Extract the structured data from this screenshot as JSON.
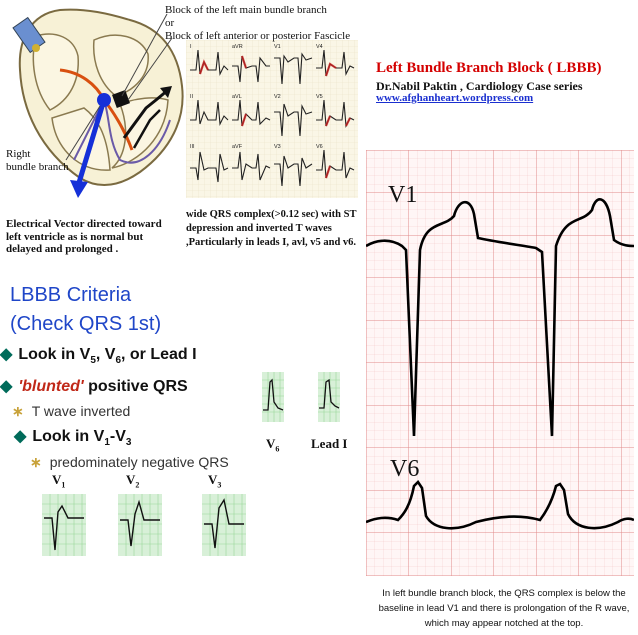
{
  "block_note": {
    "line1": "Block of the left main bundle branch",
    "line2": "or",
    "line3": "Block of  left anterior or posterior Fascicle"
  },
  "title": "Left Bundle Branch Block ( LBBB)",
  "author": "Dr.Nabil Paktin , Cardiology Case series",
  "website": "www.afghanheart.wordpress.com",
  "heart_labels": {
    "right_bundle_line1": "Right",
    "right_bundle_line2": "bundle branch"
  },
  "vector_note": "Electrical Vector directed toward left ventricle as is normal but delayed and prolonged .",
  "wide_qrs_note": "wide QRS complex(>0.12 sec) with ST depression and inverted T waves ,Particularly in leads I, avl, v5 and v6.",
  "ecg12_labels": [
    "I",
    "aVR",
    "V1",
    "V4",
    "II",
    "aVL",
    "V2",
    "V5",
    "III",
    "aVF",
    "V3",
    "V6"
  ],
  "criteria": {
    "title_line1": "LBBB Criteria",
    "title_line2": "(Check QRS 1st)",
    "item1_prefix": "Look in V",
    "item1_sub1": "5",
    "item1_mid": ", V",
    "item1_sub2": "6",
    "item1_suffix": ", or Lead I",
    "item2_red": "'blunted'",
    "item2_rest": " positive QRS",
    "item3": "T wave inverted",
    "item4_prefix": "Look in V",
    "item4_sub1": "1",
    "item4_mid": "-V",
    "item4_sub2": "3",
    "item5": "predominately negative QRS"
  },
  "small_leads": {
    "v6": "V",
    "v6_sub": "6",
    "lead1": "Lead I",
    "v1": "V",
    "v1_sub": "1",
    "v2": "V",
    "v2_sub": "2",
    "v3": "V",
    "v3_sub": "3"
  },
  "big_ecg": {
    "label_v1": "V1",
    "label_v6": "V6"
  },
  "caption": "In left bundle branch block, the QRS complex is below the baseline in lead V1 and there is prolongation of the R wave, which may appear notched at the top.",
  "colors": {
    "title_red": "#d40000",
    "link_blue": "#1a2fd0",
    "criteria_blue": "#1f46c8",
    "grid_green": "#9ad89a",
    "grid_red": "#e8a0a0"
  }
}
